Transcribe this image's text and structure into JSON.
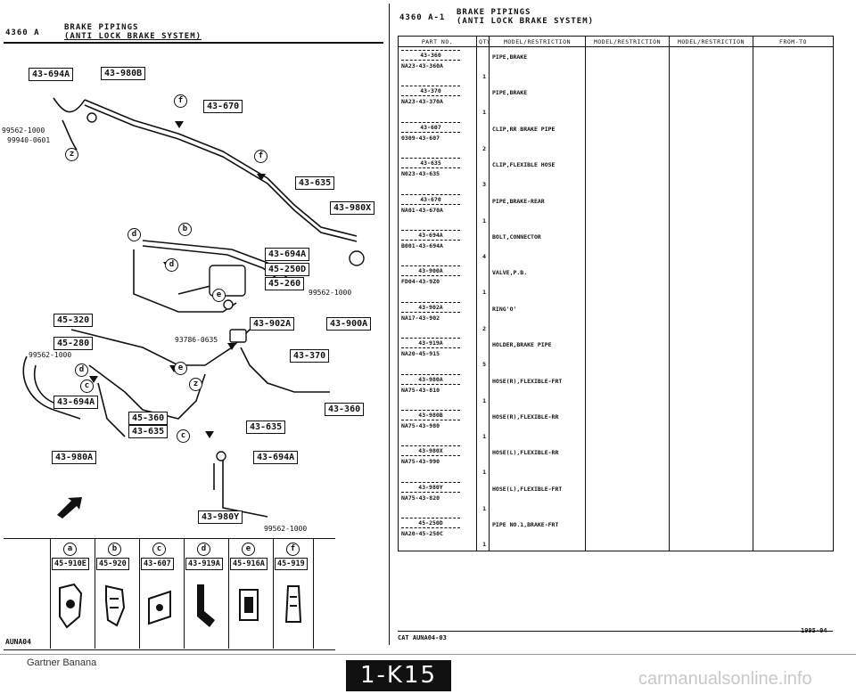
{
  "left_header": {
    "code": "4360 A",
    "title1": "BRAKE PIPINGS",
    "title2": "(ANTI LOCK BRAKE SYSTEM)"
  },
  "right_header": {
    "code": "4360 A-1",
    "title1": "BRAKE PIPINGS",
    "title2": "(ANTI LOCK BRAKE SYSTEM)"
  },
  "table": {
    "headers": [
      "PART NO.",
      "QTY",
      "MODEL/RESTRICTION",
      "MODEL/RESTRICTION",
      "MODEL/RESTRICTION",
      "FROM-TO"
    ],
    "rows": [
      {
        "ref": "43-360",
        "part": "NA23-43-360A",
        "desc": "PIPE,BRAKE",
        "qty": "1"
      },
      {
        "ref": "43-370",
        "part": "NA23-43-370A",
        "desc": "PIPE,BRAKE",
        "qty": "1"
      },
      {
        "ref": "43-607",
        "part": "0309-43-607",
        "desc": "CLIP,RR BRAKE PIPE",
        "qty": "2"
      },
      {
        "ref": "43-635",
        "part": "N023-43-635",
        "desc": "CLIP,FLEXIBLE HOSE",
        "qty": "3"
      },
      {
        "ref": "43-670",
        "part": "NA01-43-670A",
        "desc": "PIPE,BRAKE-REAR",
        "qty": "1"
      },
      {
        "ref": "43-694A",
        "part": "B001-43-694A",
        "desc": "BOLT,CONNECTOR",
        "qty": "4"
      },
      {
        "ref": "43-900A",
        "part": "FD04-43-9Z0",
        "desc": "VALVE,P.B.",
        "qty": "1"
      },
      {
        "ref": "43-902A",
        "part": "NA17-43-902",
        "desc": "RING'O'",
        "qty": "2"
      },
      {
        "ref": "43-919A",
        "part": "NA20-45-915",
        "desc": "HOLDER,BRAKE PIPE",
        "qty": "5"
      },
      {
        "ref": "43-980A",
        "part": "NA75-43-810",
        "desc": "HOSE(R),FLEXIBLE-FRT",
        "qty": "1"
      },
      {
        "ref": "43-980B",
        "part": "NA75-43-980",
        "desc": "HOSE(R),FLEXIBLE-RR",
        "qty": "1"
      },
      {
        "ref": "43-980X",
        "part": "NA75-43-990",
        "desc": "HOSE(L),FLEXIBLE-RR",
        "qty": "1"
      },
      {
        "ref": "43-980Y",
        "part": "NA75-43-820",
        "desc": "HOSE(L),FLEXIBLE-FRT",
        "qty": "1"
      },
      {
        "ref": "45-250D",
        "part": "NA20-45-250C",
        "desc": "PIPE NO.1,BRAKE-FRT",
        "qty": "1"
      }
    ]
  },
  "diagram": {
    "tags": {
      "t1": "43-694A",
      "t2": "43-980B",
      "t3": "43-670",
      "t4": "43-635",
      "t5": "43-980X",
      "t6": "43-694A",
      "t7": "45-250D",
      "t8": "45-260",
      "t9": "45-320",
      "t10": "45-280",
      "t11": "43-902A",
      "t12": "43-900A",
      "t13": "43-370",
      "t14": "43-694A",
      "t15": "43-360",
      "t16": "45-360",
      "t17": "43-635",
      "t18": "43-635",
      "t19": "43-980A",
      "t20": "43-694A",
      "t21": "43-980Y"
    },
    "numbers": {
      "n1": "99562-1000",
      "n2": "99940-0601",
      "n3": "99562-1000",
      "n4": "93786-0635",
      "n5": "99562-1000",
      "n6": "99562-1000"
    },
    "letters": {
      "b": "b",
      "d": "d",
      "e": "e",
      "f": "f",
      "z": "z",
      "c": "c"
    }
  },
  "details": [
    {
      "letter": "a",
      "tag": "45-910E"
    },
    {
      "letter": "b",
      "tag": "45-920"
    },
    {
      "letter": "c",
      "tag": "43-607"
    },
    {
      "letter": "d",
      "tag": "43-919A"
    },
    {
      "letter": "e",
      "tag": "45-916A"
    },
    {
      "letter": "f",
      "tag": "45-919"
    }
  ],
  "footer": {
    "left_code": "AUNA04",
    "cat": "CAT AUNA04-03",
    "date": "1995-04",
    "watermark": "Gartner Banana",
    "page": "1-K15",
    "site": "carmanualsonline.info"
  }
}
